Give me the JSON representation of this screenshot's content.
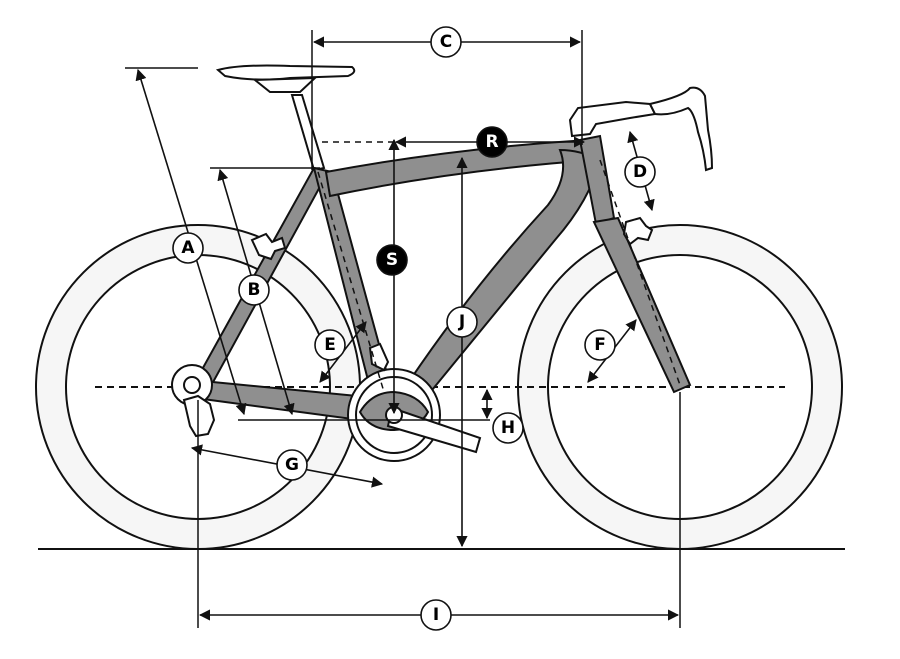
{
  "colors": {
    "frame_fill": "#8f8f8f",
    "line": "#111111",
    "tire": "#f4f4f4",
    "dark_label": "#000000",
    "light_label": "#ffffff"
  },
  "labels": {
    "A": "A",
    "B": "B",
    "C": "C",
    "D": "D",
    "E": "E",
    "F": "F",
    "G": "G",
    "H": "H",
    "I": "I",
    "J": "J",
    "R": "R",
    "S": "S"
  }
}
